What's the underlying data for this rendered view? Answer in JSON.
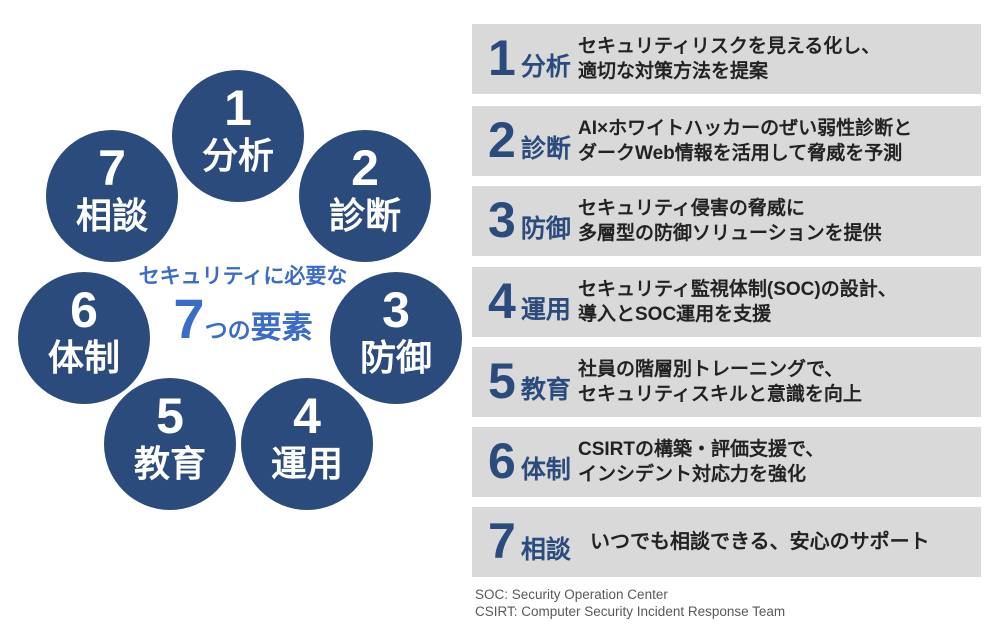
{
  "colors": {
    "circle_navy": "#2B4B7D",
    "center_text_blue": "#3B6CC7",
    "row_background_gray": "#D9D9D9",
    "description_text": "#222222",
    "footnote_gray": "#595959"
  },
  "diagram": {
    "center": {
      "line1": "セキュリティに必要な",
      "big_number": "7",
      "small_part": "つの",
      "large_part": "要素"
    },
    "circles": [
      {
        "num": "1",
        "label": "分析"
      },
      {
        "num": "2",
        "label": "診断"
      },
      {
        "num": "3",
        "label": "防御"
      },
      {
        "num": "4",
        "label": "運用"
      },
      {
        "num": "5",
        "label": "教育"
      },
      {
        "num": "6",
        "label": "体制"
      },
      {
        "num": "7",
        "label": "相談"
      }
    ]
  },
  "list": {
    "items": [
      {
        "num": "1",
        "label": "分析",
        "desc1": "セキュリティリスクを見える化し、",
        "desc2": "適切な対策方法を提案"
      },
      {
        "num": "2",
        "label": "診断",
        "desc1": "AI×ホワイトハッカーのぜい弱性診断と",
        "desc2": "ダークWeb情報を活用して脅威を予測"
      },
      {
        "num": "3",
        "label": "防御",
        "desc1": "セキュリティ侵害の脅威に",
        "desc2": "多層型の防御ソリューションを提供"
      },
      {
        "num": "4",
        "label": "運用",
        "desc1": "セキュリティ監視体制(SOC)の設計、",
        "desc2": "導入とSOC運用を支援"
      },
      {
        "num": "5",
        "label": "教育",
        "desc1": "社員の階層別トレーニングで、",
        "desc2": "セキュリティスキルと意識を向上"
      },
      {
        "num": "6",
        "label": "体制",
        "desc1": "CSIRTの構築・評価支援で、",
        "desc2": "インシデント対応力を強化"
      },
      {
        "num": "7",
        "label": "相談",
        "desc1": "いつでも相談できる、安心のサポート",
        "desc2": ""
      }
    ]
  },
  "footnotes": {
    "line1": "SOC: Security Operation Center",
    "line2": "CSIRT: Computer Security Incident Response Team"
  }
}
